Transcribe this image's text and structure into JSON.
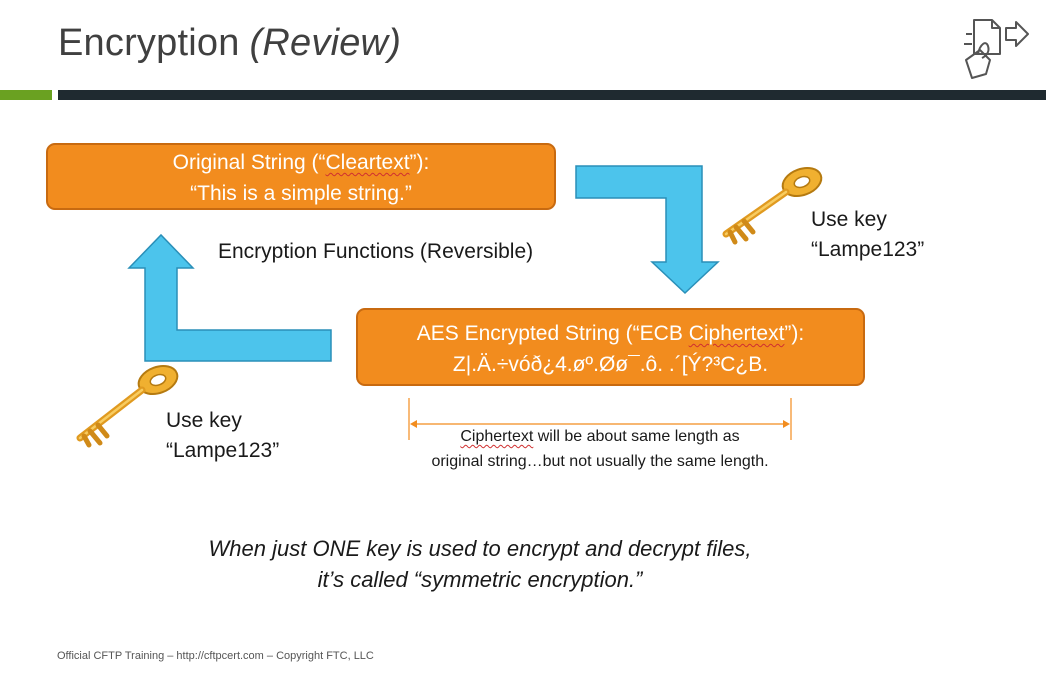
{
  "slide": {
    "title_main": "Encryption",
    "title_italic": "(Review)"
  },
  "original_box": {
    "line1_prefix": "Original String (“",
    "line1_squiggle": "Cleartext",
    "line1_suffix": "”):",
    "line2": "“This is a simple string.”"
  },
  "encrypted_box": {
    "line1_prefix": "AES Encrypted String (“ECB ",
    "line1_squiggle": "Ciphertext",
    "line1_suffix": "”):",
    "line2": "Z|.Ä.÷vóð¿4.øº.Øø¯.ô. .´[Ý?³C¿B."
  },
  "cycle_label": "Encryption Functions (Reversible)",
  "key_right": {
    "line1": "Use key",
    "line2": "“Lampe123”"
  },
  "key_left": {
    "line1": "Use key",
    "line2": "“Lampe123”"
  },
  "length_note": {
    "line1_squiggle": "Ciphertext",
    "line1_rest": " will be about same length as",
    "line2": "original string…but not usually the same length."
  },
  "summary": {
    "line1": "When just ONE key is used to encrypt and decrypt files,",
    "line2": "it’s called “symmetric encryption.”"
  },
  "footer": "Official CFTP Training – http://cftpcert.com – Copyright FTC, LLC",
  "colors": {
    "accent_orange": "#f28c1e",
    "arrow_blue": "#4cc4ec",
    "bar_green": "#6aa121",
    "bar_dark": "#1f2a30",
    "key_gold": "#e8a020"
  },
  "icons": [
    "document-exchange-icon",
    "golden-key-icon",
    "golden-key-icon"
  ]
}
